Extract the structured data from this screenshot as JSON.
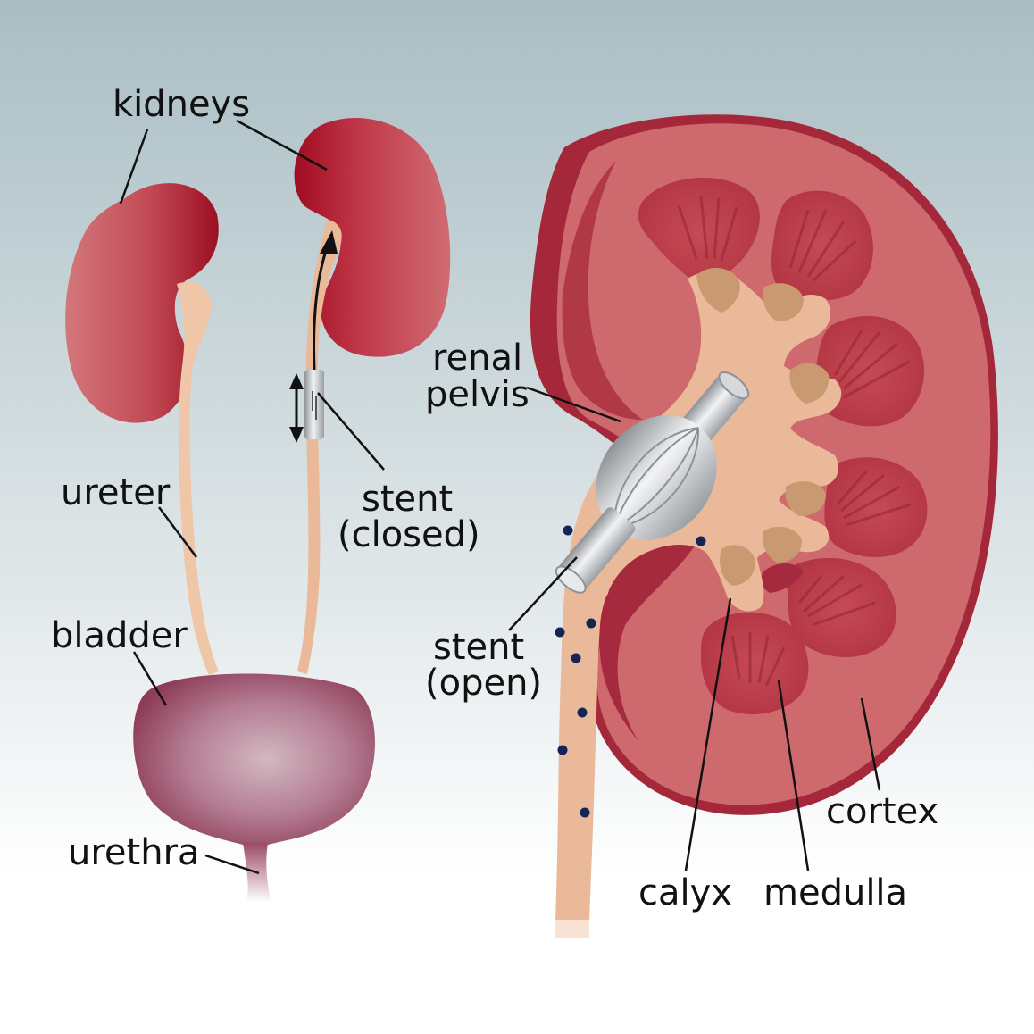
{
  "labels": {
    "kidneys": "kidneys",
    "ureter": "ureter",
    "bladder": "bladder",
    "urethra": "urethra",
    "stent_closed_line1": "stent",
    "stent_closed_line2": "(closed)",
    "renal_pelvis_line1": "renal",
    "renal_pelvis_line2": "pelvis",
    "stent_open_line1": "stent",
    "stent_open_line2": "(open)",
    "cortex": "cortex",
    "calyx": "calyx",
    "medulla": "medulla"
  },
  "colors": {
    "background_top": "#a9bec4",
    "background_bottom": "#ffffff",
    "kidney_light": "#cf6a6c",
    "kidney_dark": "#a8142a",
    "ureter": "#f0c6a8",
    "pelvis": "#eab99a",
    "calyx": "#c99a72",
    "bladder": "#a4566f",
    "stent": "#bfc3c6",
    "urine_drop": "#152356"
  }
}
